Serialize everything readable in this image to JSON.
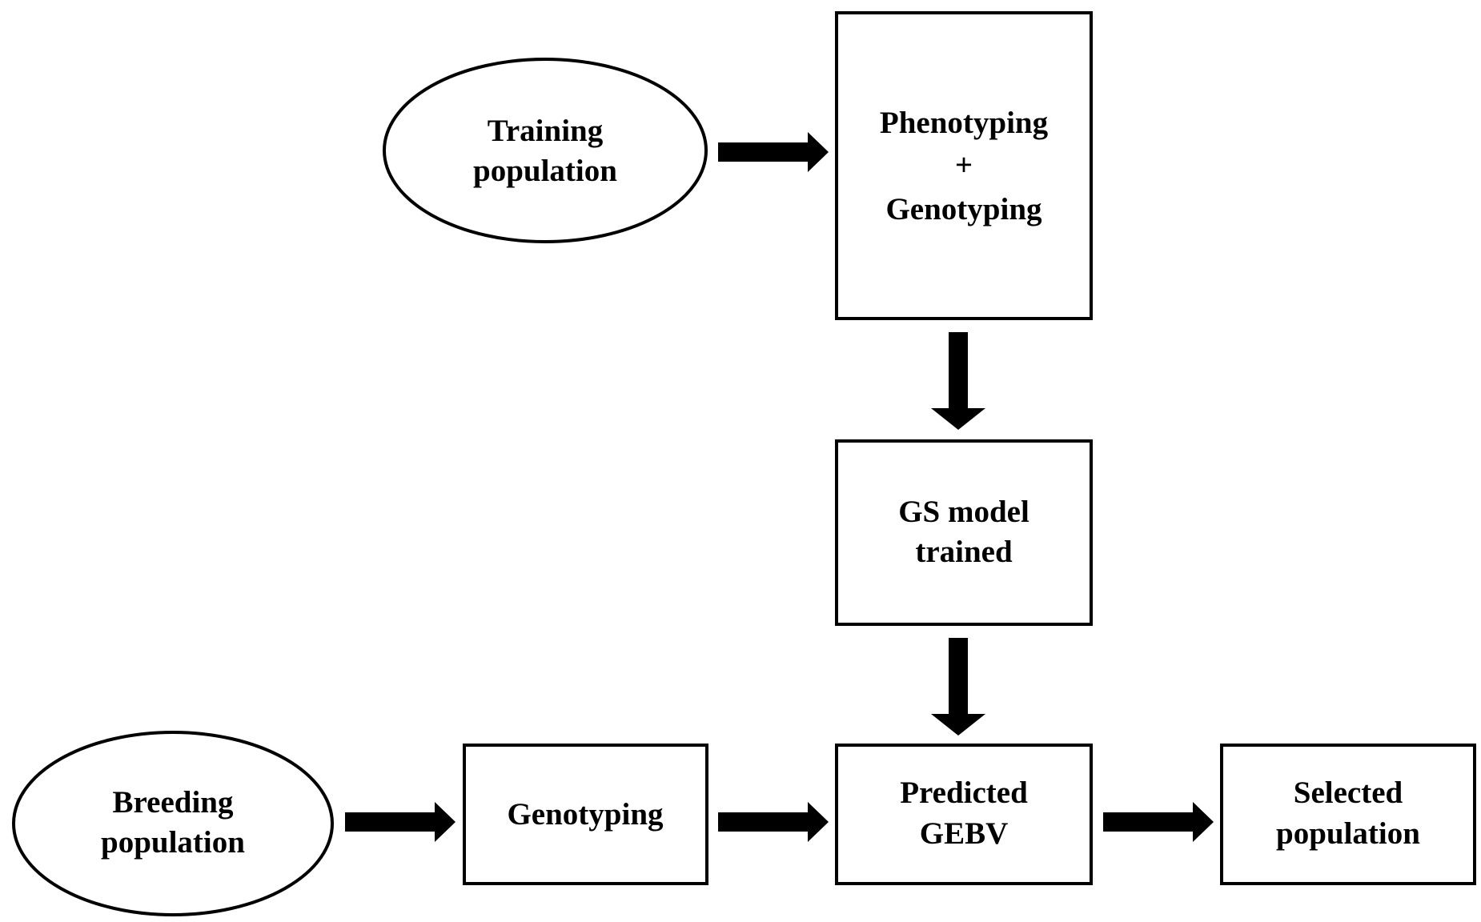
{
  "diagram": {
    "nodes": {
      "training_population": {
        "lines": [
          "Training",
          "population"
        ]
      },
      "phenotyping_genotyping": {
        "lines": [
          "Phenotyping",
          "+",
          "Genotyping"
        ]
      },
      "gs_model": {
        "lines": [
          "GS model",
          "trained"
        ]
      },
      "breeding_population": {
        "lines": [
          "Breeding",
          "population"
        ]
      },
      "genotyping": {
        "lines": [
          "Genotyping"
        ]
      },
      "predicted_gebv": {
        "lines": [
          "Predicted",
          "GEBV"
        ]
      },
      "selected_population": {
        "lines": [
          "Selected",
          "population"
        ]
      }
    },
    "edges": [
      {
        "from": "training_population",
        "to": "phenotyping_genotyping"
      },
      {
        "from": "phenotyping_genotyping",
        "to": "gs_model"
      },
      {
        "from": "gs_model",
        "to": "predicted_gebv"
      },
      {
        "from": "breeding_population",
        "to": "genotyping"
      },
      {
        "from": "genotyping",
        "to": "predicted_gebv"
      },
      {
        "from": "predicted_gebv",
        "to": "selected_population"
      }
    ]
  }
}
